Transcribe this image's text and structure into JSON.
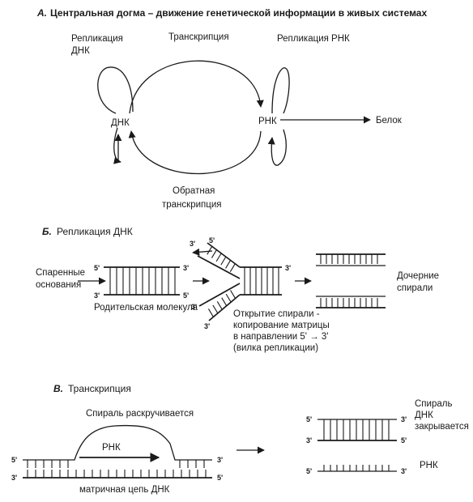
{
  "sectionA": {
    "letter": "А.",
    "title": "Центральная догма – движение генетической информации в живых системах",
    "dna_replication_1": "Репликация",
    "dna_replication_2": "ДНК",
    "transcription": "Транскрипция",
    "rna_replication": "Репликация РНК",
    "dna": "ДНК",
    "rna": "РНК",
    "protein": "Белок",
    "reverse_1": "Обратная",
    "reverse_2": "транскрипция"
  },
  "sectionB": {
    "letter": "Б.",
    "title": "Репликация ДНК",
    "paired_1": "Спаренные",
    "paired_2": "основания",
    "parent": "Родительская молекула",
    "opening_1": "Открытие спирали -",
    "opening_2": "копирование матрицы",
    "opening_3": "в направлении 5' → 3'",
    "opening_4": "(вилка репликации)",
    "daughter_1": "Дочерние",
    "daughter_2": "спирали",
    "p5": "5'",
    "p3": "3'"
  },
  "sectionC": {
    "letter": "В.",
    "title": "Транскрипция",
    "unwinding": "Спираль раскручивается",
    "rna": "РНК",
    "template": "матричная цепь ДНК",
    "closing_1": "Спираль",
    "closing_2": "ДНК",
    "closing_3": "закрывается",
    "rna_right": "РНК",
    "p5": "5'",
    "p3": "3'"
  }
}
